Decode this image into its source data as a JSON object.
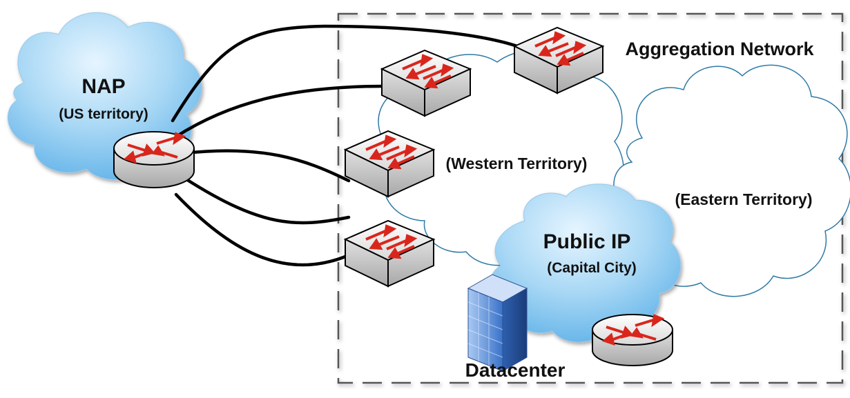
{
  "labels": {
    "nap_title": "NAP",
    "nap_subtitle": "(US territory)",
    "aggregation": "Aggregation Network",
    "western": "(Western Territory)",
    "eastern": "(Eastern Territory)",
    "public_ip_title": "Public IP",
    "public_ip_subtitle": "(Capital City)",
    "datacenter": "Datacenter"
  },
  "colors": {
    "sky_cloud_fill": "#8fcaf0",
    "cloud_outline": "#2f7aa6",
    "link": "#000000",
    "arrow": "#d9261c",
    "device_fill": "#eeeeee",
    "boundary": "#555555"
  },
  "icons": [
    "cloud-icon",
    "router-icon",
    "switch-icon",
    "building-icon"
  ]
}
